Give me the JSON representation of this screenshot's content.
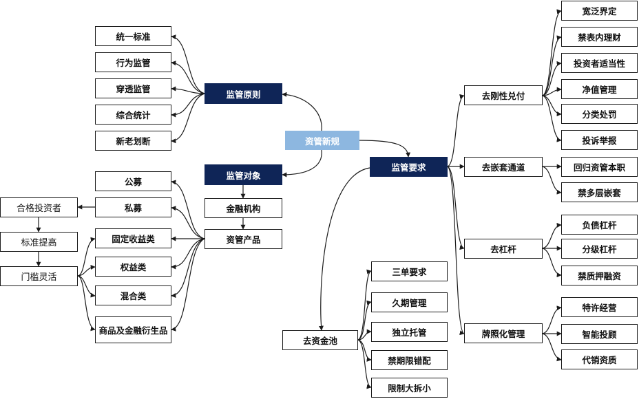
{
  "center": "资管新规",
  "branches": {
    "principles": {
      "title": "监管原则",
      "items": [
        "统一标准",
        "行为监管",
        "穿透监管",
        "综合统计",
        "新老划断"
      ]
    },
    "objects": {
      "title": "监管对象",
      "institution": "金融机构",
      "products": "资管产品",
      "product_types": [
        "公募",
        "私募",
        "固定收益类",
        "权益类",
        "混合类",
        "商品及金融衍生品"
      ],
      "investor_chain": [
        "合格投资者",
        "标准提高",
        "门槛灵活"
      ]
    },
    "requirements": {
      "title": "监管要求",
      "groups": [
        {
          "label": "去刚性兑付",
          "items": [
            "宽泛界定",
            "禁表内理财",
            "投资者适当性",
            "净值管理",
            "分类处罚",
            "投诉举报"
          ]
        },
        {
          "label": "去嵌套通道",
          "items": [
            "回归资管本职",
            "禁多层嵌套"
          ]
        },
        {
          "label": "去杠杆",
          "items": [
            "负债杠杆",
            "分级杠杆",
            "禁质押融资"
          ]
        },
        {
          "label": "牌照化管理",
          "items": [
            "特许经营",
            "智能投顾",
            "代销资质"
          ]
        }
      ],
      "pool": {
        "label": "去资金池",
        "items": [
          "三单要求",
          "久期管理",
          "独立托管",
          "禁期限错配",
          "限制大拆小"
        ]
      }
    }
  },
  "colors": {
    "dark_node": "#0f2557",
    "center_node": "#8db7e0",
    "line": "#1a1a1a"
  }
}
